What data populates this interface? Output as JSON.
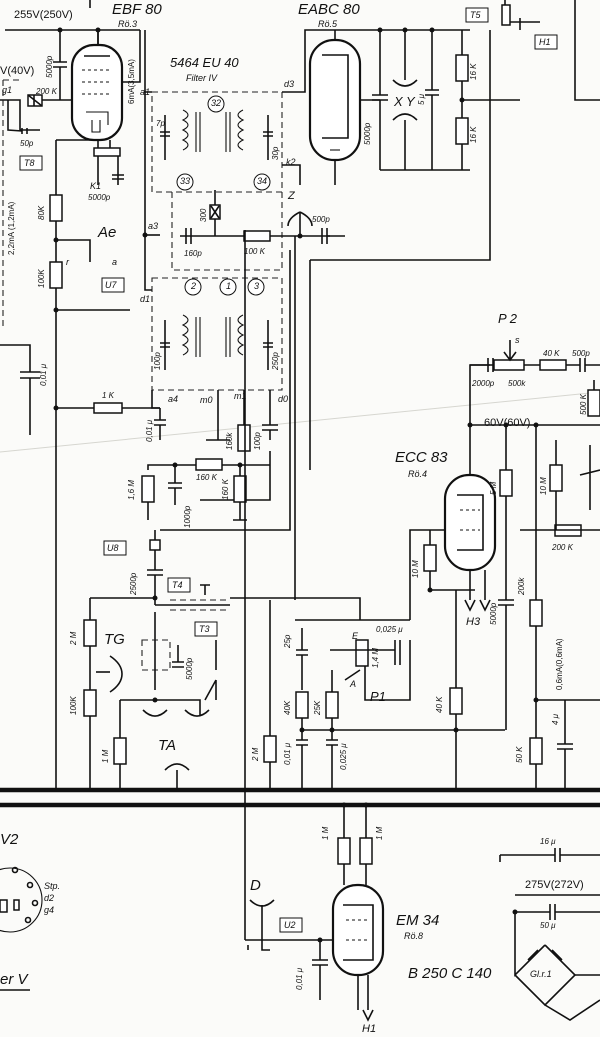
{
  "tubes": {
    "ebf80": {
      "type": "EBF 80",
      "ref": "Rö.3"
    },
    "eabc80": {
      "type": "EABC 80",
      "ref": "Rö.5"
    },
    "ecc83": {
      "type": "ECC 83",
      "ref": "Rö.4"
    },
    "em34": {
      "type": "EM 34",
      "ref": "Rö.8"
    }
  },
  "filter": {
    "name": "5464 EU 40",
    "subtitle": "Filter IV"
  },
  "voltages": {
    "top_left": "255V(250V)",
    "left_mid": "V(40V)",
    "ecc83_plate": "60V(60V)",
    "supply": "275V(272V)",
    "ebf80_current": "6mA(3,5mA)",
    "em_current": "2,2mA (1,2mA)",
    "ecc_current": "0,6mA(0,6mA)"
  },
  "boxes": [
    "T5",
    "H1",
    "T8",
    "U7",
    "U8",
    "T4",
    "T3",
    "U2"
  ],
  "labels": {
    "p2": "P 2",
    "p1": "P1",
    "tg": "TG",
    "ta": "TA",
    "d": "D",
    "ae": "Ae",
    "xy": "X Y",
    "h3": "H3",
    "h1": "H1",
    "rectifier": "Gl.r.1",
    "rectifier_type": "B 250 C 140",
    "v2": "V2",
    "er_v": "er V",
    "k1": "K1",
    "z": "Z"
  },
  "pin_labels": [
    "a1",
    "d3",
    "k2",
    "a3",
    "d1",
    "a4",
    "m0",
    "m1",
    "d0",
    "r",
    "a",
    "E",
    "A",
    "s",
    "g1",
    "g4",
    "Stp.",
    "d2"
  ],
  "circles": [
    "32",
    "33",
    "34",
    "2",
    "1",
    "3"
  ],
  "components": {
    "r_200k_top": "200 K",
    "c_5000p_ebf": "5000p",
    "c_50p": "50p",
    "c_5000p_k": "5000p",
    "r_80k": "80K",
    "r_100k_a": "100K",
    "c_001_left": "0,01 μ",
    "r_1k": "1 K",
    "c_001_mid": "0,01 μ",
    "c_7p": "7p",
    "c_30p": "30p",
    "r_300": "300",
    "c_160p": "160p",
    "r_100k_b": "100 K",
    "c_500p_top": "500p",
    "c_100p_a": "100p",
    "c_250p": "250p",
    "r_160k_a": "160k",
    "c_100p_b": "100p",
    "c_5000p_eabc": "5000p",
    "c_5u": "5 μ",
    "r_16k_a": "16 K",
    "r_16k_b": "16 K",
    "r_16m": "1,6 M",
    "r_160k_b": "160 K",
    "r_160k_c": "160 K",
    "c_1000p": "1000p",
    "c_2500p": "2500p",
    "r_2m_a": "2 M",
    "r_100k_c": "100K",
    "c_5000p_tg": "5000p",
    "r_1m_a": "1 M",
    "r_2m_b": "2 M",
    "c_25p": "25p",
    "c_0025u_a": "0,025 μ",
    "r_40k_a": "40K",
    "r_25k": "25K",
    "r_14m": "1,4 M",
    "c_001_p1": "0,01 μ",
    "c_0025u_b": "0,025 μ",
    "r_10m_a": "10 M",
    "r_5m": "5 M",
    "c_5000p_ecc": "5000p",
    "r_40k_b": "40 K",
    "r_10m_b": "10 M",
    "r_200k_a": "200 K",
    "r_200k_b": "200k",
    "r_50k": "50 K",
    "c_4u": "4 μ",
    "c_2000p": "2000p",
    "r_500k": "500k",
    "r_40k_c": "40 K",
    "c_500p_p2": "500p",
    "r_500k_right": "500 K",
    "r_1m_b": "1 M",
    "r_1m_c": "1 M",
    "c_001_em": "0,01 μ",
    "c_16u": "16 μ",
    "c_50u": "50 μ"
  }
}
